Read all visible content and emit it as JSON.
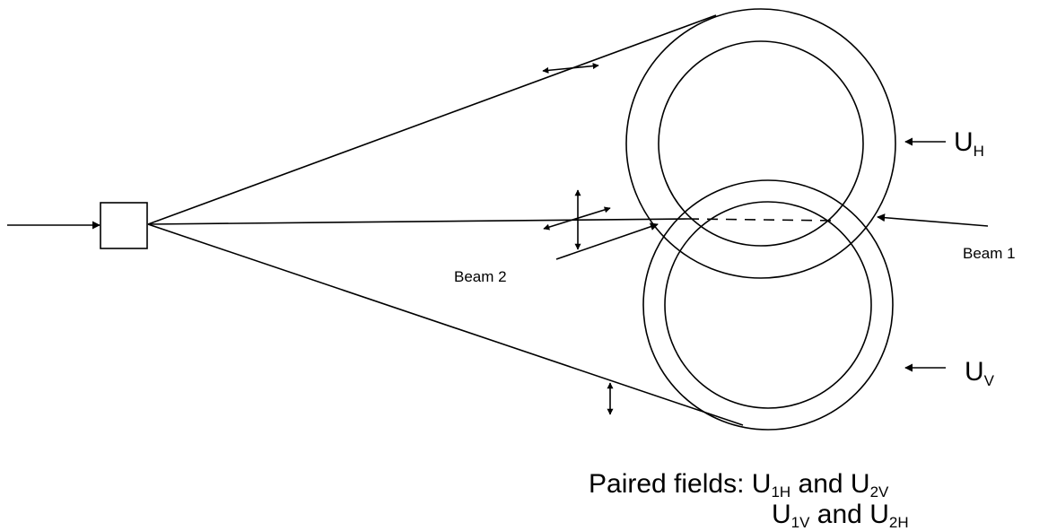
{
  "labels": {
    "uh_main": "U",
    "uh_sub": "H",
    "uv_main": "U",
    "uv_sub": "V",
    "beam1": "Beam 1",
    "beam2": "Beam 2"
  },
  "caption": {
    "line1": {
      "prefix": "Paired fields: ",
      "f1_main": "U",
      "f1_sub": "1H",
      "and": " and ",
      "f2_main": "U",
      "f2_sub": "2V"
    },
    "line2": {
      "f1_main": "U",
      "f1_sub": "1V",
      "and": " and ",
      "f2_main": "U",
      "f2_sub": "2H"
    }
  },
  "colors": {
    "stroke": "#000000",
    "background": "#ffffff"
  }
}
